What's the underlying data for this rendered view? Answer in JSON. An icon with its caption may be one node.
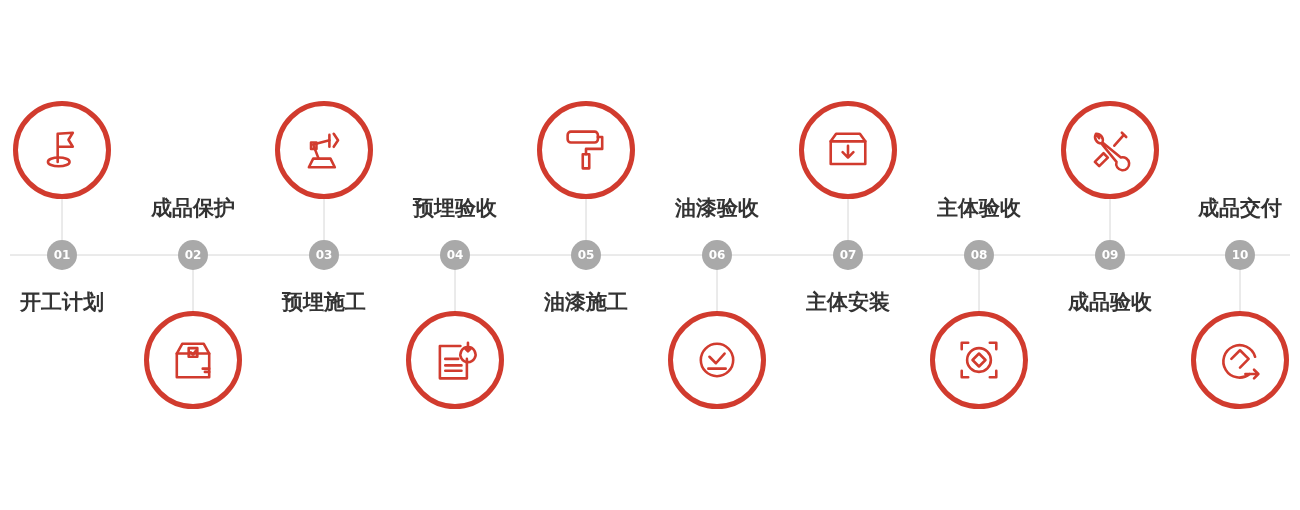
{
  "diagram": {
    "nodes": [
      {
        "text": [
          "01"
        ],
        "beside": [
          "开工计划"
        ]
      },
      {
        "text": [
          "02"
        ],
        "beside": [
          "成品保护"
        ]
      },
      {
        "text": [
          "03"
        ],
        "beside": [
          "预埋施工"
        ]
      },
      {
        "text": [
          "04"
        ],
        "beside": [
          "预埋验收"
        ]
      },
      {
        "text": [
          "05"
        ],
        "beside": [
          "油漆施工"
        ]
      },
      {
        "text": [
          "06"
        ],
        "beside": [
          "油漆验收"
        ]
      },
      {
        "text": [
          "07"
        ],
        "beside": [
          "主体安装"
        ]
      },
      {
        "text": [
          "08"
        ],
        "beside": [
          "主体验收"
        ]
      },
      {
        "text": [
          "09"
        ],
        "beside": [
          "成品验收"
        ]
      },
      {
        "text": [
          "10"
        ],
        "beside": [
          "成品交付"
        ]
      },
      {
        "text": [],
        "shape": "circle"
      },
      {
        "text": [],
        "shape": "circle"
      },
      {
        "text": [],
        "shape": "circle"
      },
      {
        "text": [],
        "shape": "circle"
      },
      {
        "text": [],
        "shape": "circle"
      },
      {
        "text": [],
        "shape": "circle"
      },
      {
        "text": [],
        "shape": "circle"
      },
      {
        "text": [],
        "shape": "circle"
      },
      {
        "text": [],
        "shape": "circle"
      },
      {
        "text": [],
        "shape": "circle"
      }
    ],
    "edges": [
      {
        "from": null,
        "to": 0,
        "arrow": "none"
      },
      {
        "from": 0,
        "to": 1,
        "arrow": "none"
      },
      {
        "from": 1,
        "to": 2,
        "arrow": "none"
      },
      {
        "from": 2,
        "to": 3,
        "arrow": "none"
      },
      {
        "from": 3,
        "to": 4,
        "arrow": "none"
      },
      {
        "from": 4,
        "to": 5,
        "arrow": "none"
      },
      {
        "from": 5,
        "to": 6,
        "arrow": "none"
      },
      {
        "from": 6,
        "to": 7,
        "arrow": "none"
      },
      {
        "from": 7,
        "to": 8,
        "arrow": "none"
      },
      {
        "from": 8,
        "to": 9,
        "arrow": "none"
      },
      {
        "from": 9,
        "to": null,
        "arrow": "none"
      },
      {
        "from": 10,
        "to": 0,
        "arrow": "none"
      },
      {
        "from": 11,
        "to": 1,
        "arrow": "none"
      },
      {
        "from": 12,
        "to": 2,
        "arrow": "none"
      },
      {
        "from": 13,
        "to": 3,
        "arrow": "none"
      },
      {
        "from": 14,
        "to": 4,
        "arrow": "none"
      },
      {
        "from": 15,
        "to": 5,
        "arrow": "none"
      },
      {
        "from": 16,
        "to": 6,
        "arrow": "none"
      },
      {
        "from": 17,
        "to": 7,
        "arrow": "none"
      },
      {
        "from": 18,
        "to": 8,
        "arrow": "none"
      },
      {
        "from": 19,
        "to": 9,
        "arrow": "none"
      }
    ]
  }
}
